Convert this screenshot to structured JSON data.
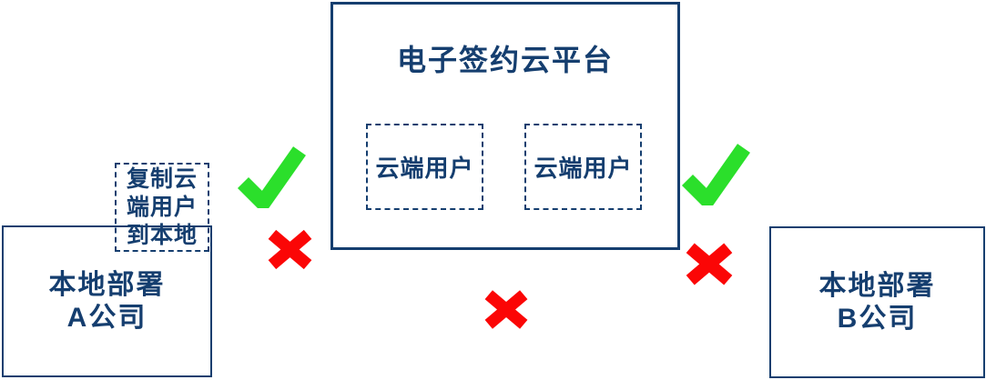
{
  "colors": {
    "navy": "#153E6F",
    "green": "#2BDF2B",
    "red": "#FB0606",
    "background": "#FFFFFF"
  },
  "platform": {
    "title": "电子签约云平台",
    "cloud_users": [
      {
        "label": "云端用户"
      },
      {
        "label": "云端用户"
      }
    ]
  },
  "companies": {
    "a": {
      "line1": "本地部署",
      "line2": "A公司"
    },
    "b": {
      "line1": "本地部署",
      "line2": "B公司"
    }
  },
  "note": {
    "full_text": "复制云端用户到本地",
    "lines": [
      "复制云",
      "端用户",
      "到本地"
    ]
  },
  "icons": [
    {
      "name": "checkmark-left-icon",
      "type": "check",
      "glyph": "✔",
      "color": "#2BDF2B"
    },
    {
      "name": "cross-left-icon",
      "type": "cross",
      "glyph": "✖",
      "color": "#FB0606"
    },
    {
      "name": "cross-middle-icon",
      "type": "cross",
      "glyph": "✖",
      "color": "#FB0606"
    },
    {
      "name": "checkmark-right-icon",
      "type": "check",
      "glyph": "✔",
      "color": "#2BDF2B"
    },
    {
      "name": "cross-right-icon",
      "type": "cross",
      "glyph": "✖",
      "color": "#FB0606"
    }
  ]
}
